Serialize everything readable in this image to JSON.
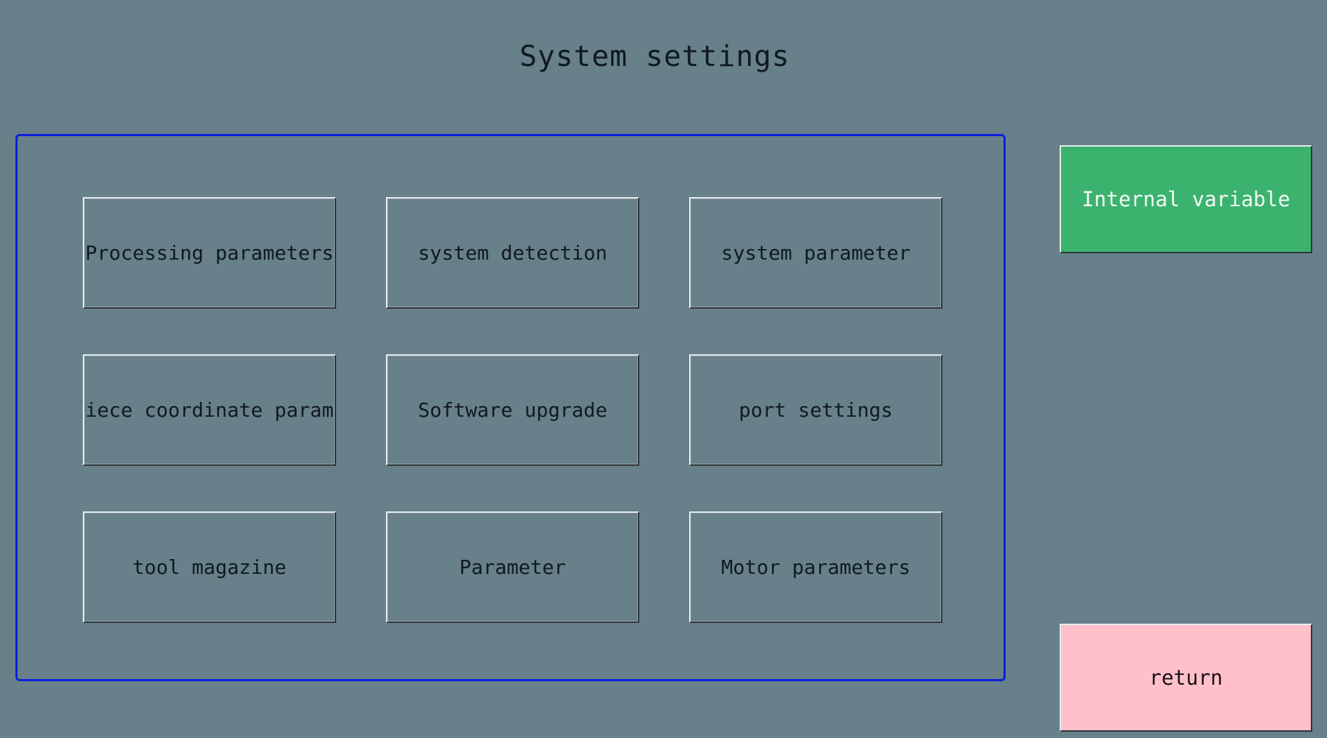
{
  "header": {
    "title": "System settings"
  },
  "menu": {
    "buttons": [
      {
        "label": "Processing parameters"
      },
      {
        "label": "system detection"
      },
      {
        "label": "system parameter"
      },
      {
        "label": "piece coordinate parame"
      },
      {
        "label": "Software upgrade"
      },
      {
        "label": "port settings"
      },
      {
        "label": "tool magazine"
      },
      {
        "label": "Parameter"
      },
      {
        "label": "Motor parameters"
      }
    ]
  },
  "side": {
    "internal_variable_label": "Internal variable",
    "return_label": "return"
  },
  "colors": {
    "background": "#678089",
    "panel_border": "#0a1edc",
    "internal_variable_bg": "#3bb36e",
    "return_bg": "#ffc0cb"
  }
}
